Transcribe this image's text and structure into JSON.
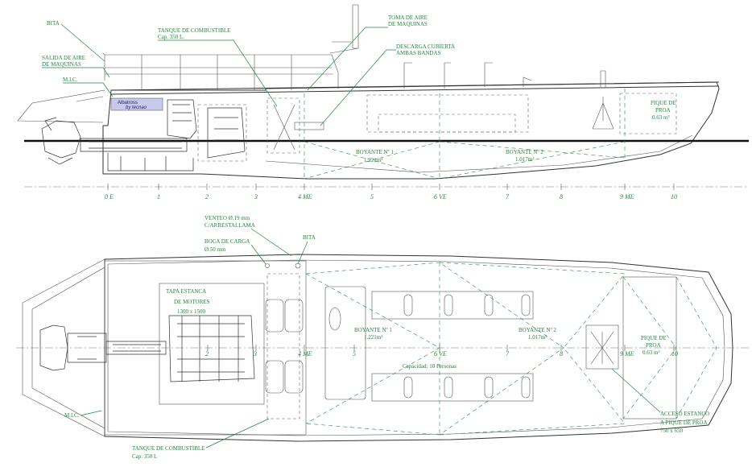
{
  "side_view": {
    "labels": {
      "bita": "BITA",
      "salida_aire_1": "SALIDA DE AIRE",
      "salida_aire_2": "DE MAQUINAS",
      "mic": "M.I.C.",
      "tanque_1": "TANQUE DE COMBUSTIBLE",
      "tanque_2": "Cap. 350 L.",
      "toma_aire_1": "TOMA DE AIRE",
      "toma_aire_2": "DE MAQUINAS",
      "descarga_1": "DESCARGA CUBIERTA",
      "descarga_2": "AMBAS BANDAS",
      "piquek_1": "PIQUE DE",
      "piquek_2": "PROA",
      "piquek_3": "0.63 m³",
      "boyante1_1": "BOYANTE Nº 1",
      "boyante1_2": "1.221m³",
      "boyante2_1": "BOYANTE Nº 2",
      "boyante2_2": "1.017m³"
    },
    "logo": {
      "line1": "Albatross",
      "line2": "by tecnao"
    },
    "stations": [
      "0 E",
      "1",
      "2",
      "3",
      "4 ME",
      "5",
      "6 VE",
      "7",
      "8",
      "9 ME",
      "10"
    ]
  },
  "plan_view": {
    "labels": {
      "venteo_1": "VENTEO Ø.19 mm",
      "venteo_2": "C/ARRESTALLAMA",
      "boca_1": "BOCA DE CARGA",
      "boca_2": "Ø.50 mm",
      "bita": "BITA",
      "tapa_1": "TAPA ESTANCA",
      "tapa_2": "DE MOTORES",
      "tapa_3": "1300 x 1500",
      "boyante1_1": "BOYANTE Nº 1",
      "boyante1_2": "1.221m³",
      "boyante2_1": "BOYANTE Nº 2",
      "boyante2_2": "1.017m³",
      "capacidad": "Capacidad: 10 Personas",
      "pique_1": "PIQUE DE",
      "pique_2": "PROA",
      "pique_3": "0.63 m³",
      "mic": "M.I.C.",
      "tanque_1": "TANQUE DE COMBUSTIBLE",
      "tanque_2": "Cap. 350 L",
      "acceso_1": "ACCESO ESTANCO",
      "acceso_2": "A PIQUE DE PROA",
      "acceso_3": "750 x 650"
    },
    "stations": [
      "2",
      "3",
      "4 ME",
      "5",
      "6 VE",
      "7",
      "8",
      "9 ME",
      "10"
    ]
  },
  "colors": {
    "annotation": "#1f8a3a",
    "hull": "#333333",
    "logo": "#c9c9ee"
  }
}
